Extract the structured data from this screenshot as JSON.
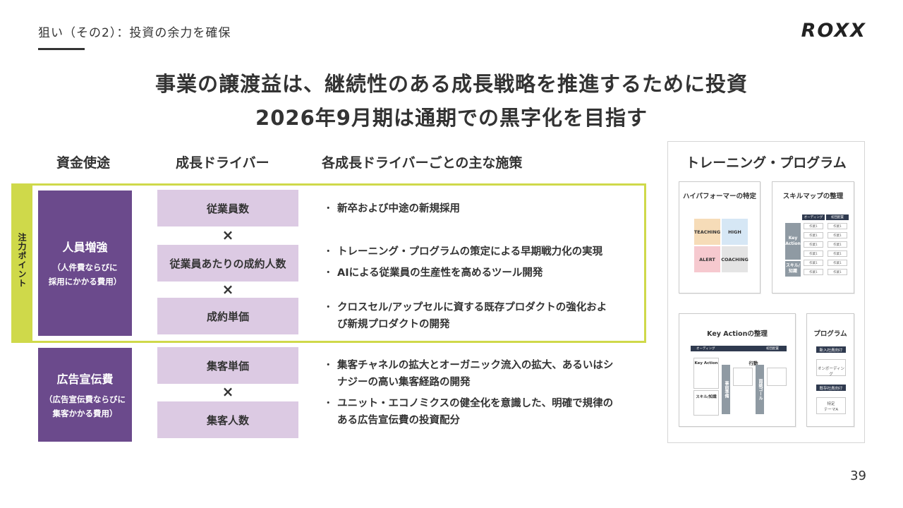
{
  "header": {
    "subtitle": "狙い（その2）：投資の余力を確保",
    "logo": "ROXX"
  },
  "headline": {
    "line1": "事業の譲渡益は、継続性のある成長戦略を推進するために投資",
    "line2": "2026年9月期は通期での黒字化を目指す"
  },
  "columns": {
    "col1": "資金使途",
    "col2": "成長ドライバー",
    "col3": "各成長ドライバーごとの主な施策"
  },
  "focus_tab": "注力ポイント",
  "groups": [
    {
      "title": "人員増強",
      "note1": "（人件費ならびに",
      "note2": "採用にかかる費用）",
      "drivers": [
        "従業員数",
        "従業員あたりの成約人数",
        "成約単価"
      ],
      "operator": "×",
      "bullets": [
        {
          "text": "新卒および中途の新規採用"
        },
        {
          "text": "トレーニング・プログラムの策定による早期戦力化の実現"
        },
        {
          "text": "AIによる従業員の生産性を高めるツール開発"
        },
        {
          "text": "クロスセル/アップセルに資する既存プロダクトの強化およ",
          "cont": "び新規プロダクトの開発"
        }
      ]
    },
    {
      "title": "広告宣伝費",
      "note1": "（広告宣伝費ならびに",
      "note2": "集客かかる費用）",
      "drivers": [
        "集客単価",
        "集客人数"
      ],
      "operator": "×",
      "bullets": [
        {
          "text": "集客チャネルの拡大とオーガニック流入の拡大、あるいはシ",
          "cont": "ナジーの高い集客経路の開発"
        },
        {
          "text": "ユニット・エコノミクスの健全化を意識した、明確で規律の",
          "cont": "ある広告宣伝費の投資配分"
        }
      ]
    }
  ],
  "bullet_mark": "・",
  "training_panel": {
    "title": "トレーニング・プログラム",
    "card1": {
      "title": "ハイパフォーマーの特定",
      "quadrants": [
        "TEACHING",
        "HIGH",
        "ALERT",
        "COACHING"
      ],
      "colors": [
        "#f6dcb8",
        "#d6e7f5",
        "#f6c9cf",
        "#e4e4e4"
      ]
    },
    "card2": {
      "title": "スキルマップの整理",
      "headers": [
        "オーディング",
        "初回配置"
      ],
      "rows_left": [
        "Key Action",
        "スキル/知識"
      ],
      "cell": "作業1"
    },
    "card3": {
      "title": "Key Actionの整理",
      "bar_left": "オーディング",
      "bar_right": "初回配置",
      "label_action": "行動",
      "label_key": "Key Action",
      "label_skill": "スキル/知識",
      "label_pre": "事前準備",
      "label_goal": "面談ゴール"
    },
    "card4": {
      "title": "プログラム",
      "label1": "新入社員向け",
      "item1": "オンボーディング",
      "label2": "既存社員向け",
      "item2a": "特定",
      "item2b": "テーマA"
    }
  },
  "page_number": "39"
}
